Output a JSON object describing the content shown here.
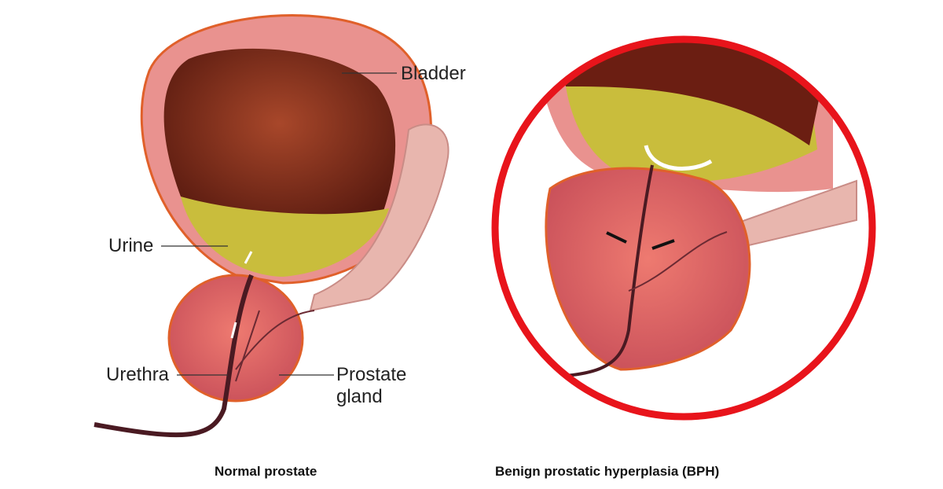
{
  "labels": {
    "bladder": "Bladder",
    "urine": "Urine",
    "urethra": "Urethra",
    "prostate_line1": "Prostate",
    "prostate_line2": "gland"
  },
  "captions": {
    "normal": "Normal prostate",
    "bph": "Benign prostatic hyperplasia (BPH)"
  },
  "colors": {
    "highlight_ring": "#e8141b",
    "bladder_wall": "#e9928f",
    "bladder_interior": "#6b1e12",
    "urine": "#c9bd3c",
    "prostate": "#e0655f",
    "seminal": "#e8b6ae"
  }
}
